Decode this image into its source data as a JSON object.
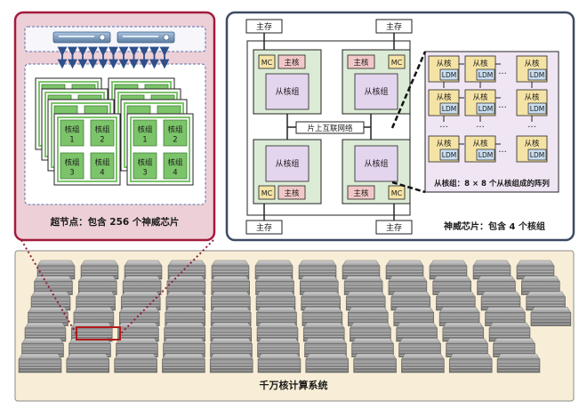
{
  "supernode": {
    "caption": "超节点：包含 256 个神威芯片",
    "core_group_label": "核组",
    "numbers": [
      "1",
      "2",
      "3",
      "4"
    ]
  },
  "chip": {
    "caption": "神威芯片：包含 4 个核组",
    "memory_label": "主存",
    "mc_label": "MC",
    "main_core_label": "主核",
    "slave_group_label": "从核组",
    "noc_label": "片上互联网络"
  },
  "array": {
    "caption": "从核组：8 × 8 个从核组成的阵列",
    "slave_label": "从核",
    "ldm_label": "LDM",
    "ellipsis": "···"
  },
  "system": {
    "caption": "千万核计算系统"
  },
  "colors": {
    "supernode_border": "#a11b3c",
    "supernode_bg": "#edd0d7",
    "chip_border": "#3e4a63",
    "system_bg": "#f8edd6",
    "core_green": "#7cc46a",
    "main_core": "#f2c7c7",
    "slave_group": "#e4d5ee",
    "slave_core": "#f5e3a6",
    "ldm": "#c9def0"
  }
}
